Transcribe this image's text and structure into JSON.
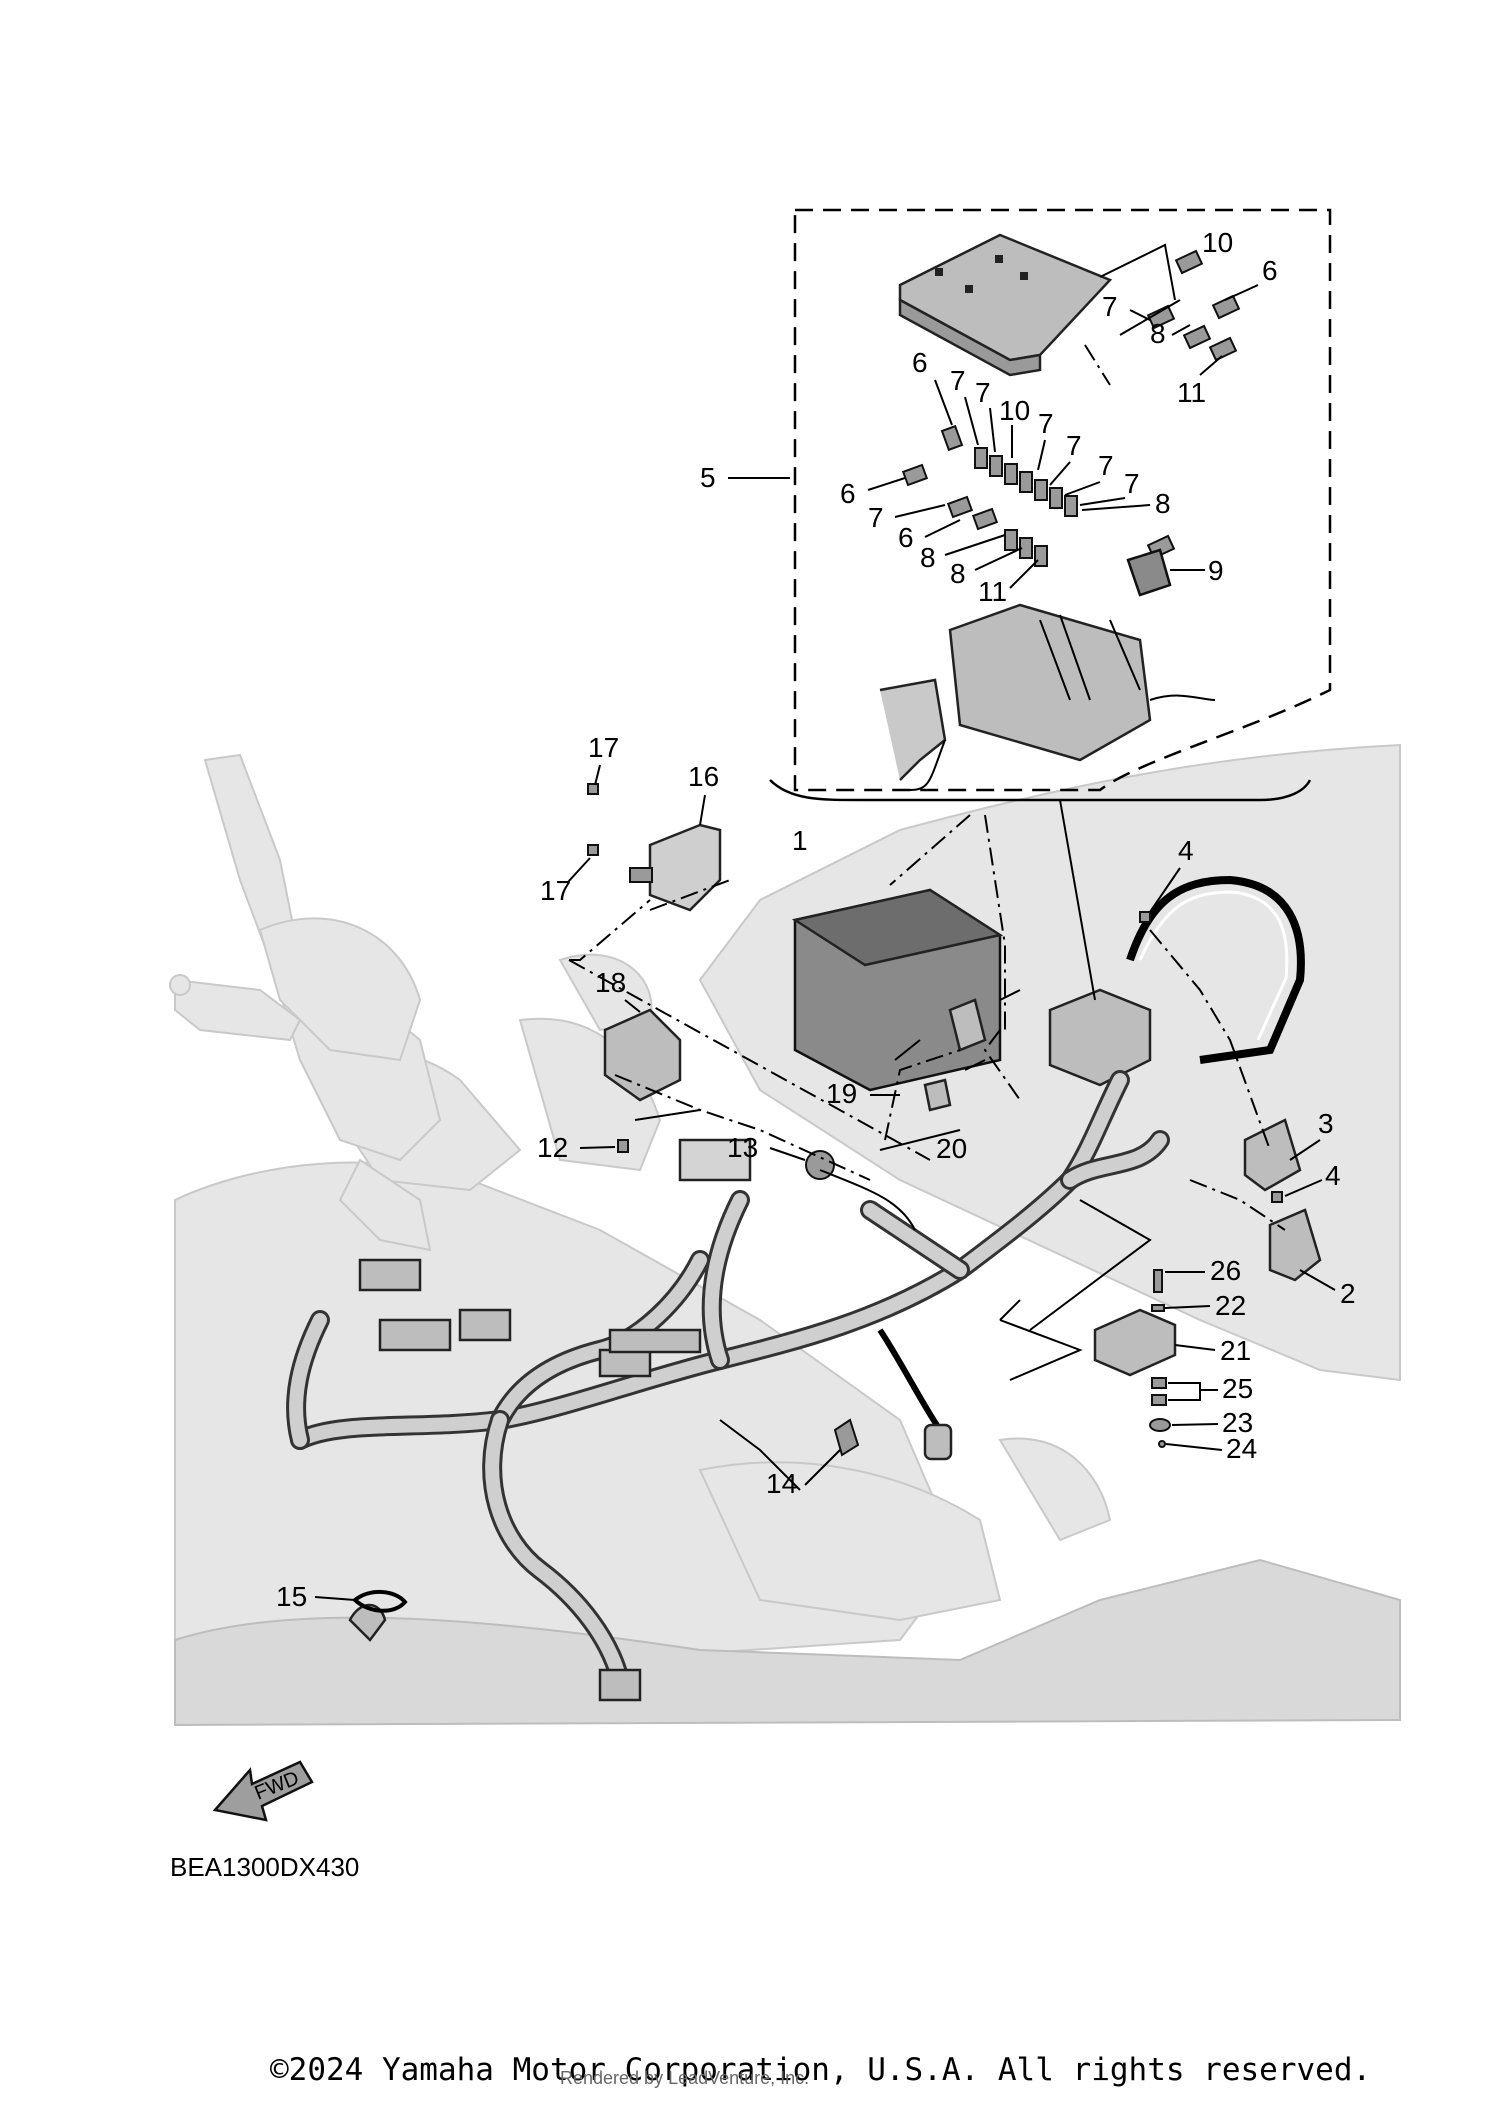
{
  "diagram_code": "BEA1300DX430",
  "fwd_label": "FWD",
  "copyright": "©2024 Yamaha Motor Corporation, U.S.A. All rights reserved.",
  "watermark": "Rendered by LeadVenture, Inc.",
  "callouts": {
    "c1": "1",
    "c2": "2",
    "c3": "3",
    "c4a": "4",
    "c4b": "4",
    "c5": "5",
    "c6a": "6",
    "c6b": "6",
    "c6c": "6",
    "c6d": "6",
    "c7a": "7",
    "c7b": "7",
    "c7c": "7",
    "c7d": "7",
    "c7e": "7",
    "c7f": "7",
    "c7g": "7",
    "c7h": "7",
    "c8a": "8",
    "c8b": "8",
    "c8c": "8",
    "c8d": "8",
    "c9": "9",
    "c10a": "10",
    "c10b": "10",
    "c11a": "11",
    "c11b": "11",
    "c12": "12",
    "c13": "13",
    "c14": "14",
    "c15": "15",
    "c16": "16",
    "c17a": "17",
    "c17b": "17",
    "c18": "18",
    "c19": "19",
    "c20": "20",
    "c21": "21",
    "c22": "22",
    "c23": "23",
    "c24": "24",
    "c25": "25",
    "c26": "26"
  }
}
